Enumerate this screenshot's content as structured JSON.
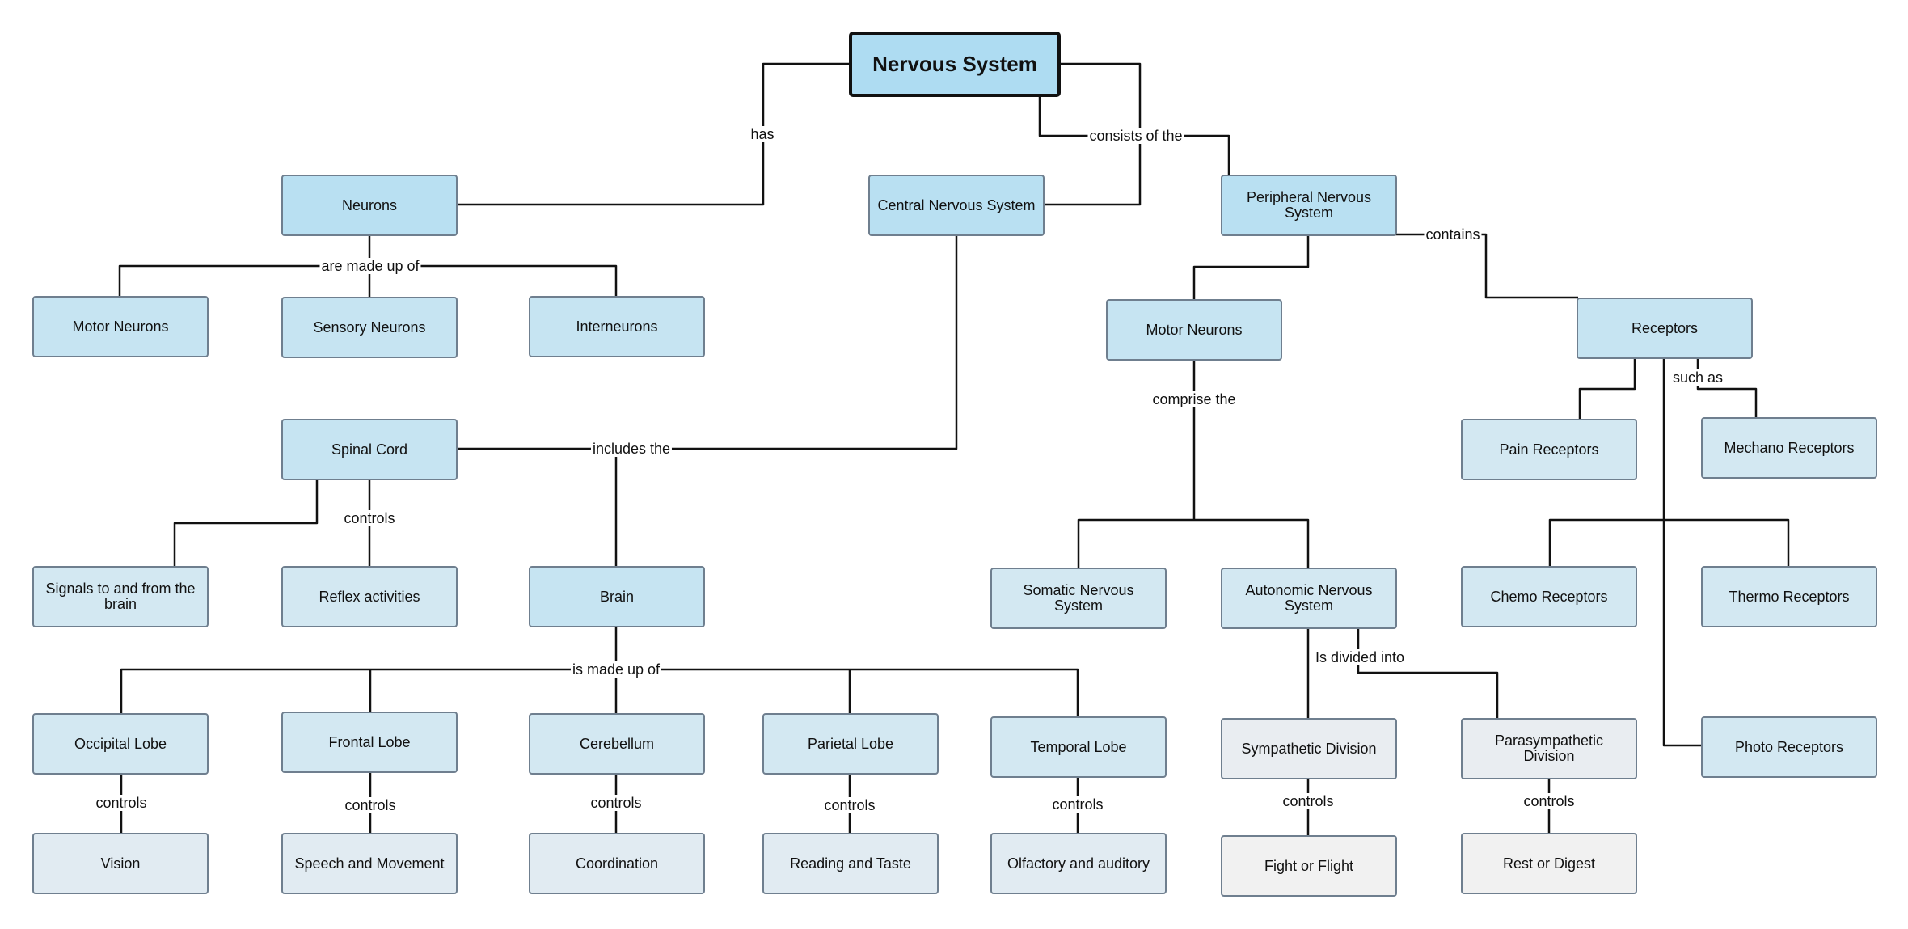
{
  "colors": {
    "root": "#aedcf2",
    "level1": "#b9e0f2",
    "level2": "#c6e4f2",
    "level3": "#d3e8f2",
    "level4": "#e1ebf2",
    "grey": "#e9edf1",
    "lightgrey": "#f1f1f1",
    "line": "#111111"
  },
  "nodes": {
    "nervous_system": "Nervous System",
    "neurons": "Neurons",
    "cns": "Central Nervous System",
    "pns": "Peripheral Nervous System",
    "motor_neurons_left": "Motor Neurons",
    "sensory_neurons": "Sensory Neurons",
    "interneurons": "Interneurons",
    "motor_neurons_right": "Motor Neurons",
    "receptors": "Receptors",
    "spinal_cord": "Spinal Cord",
    "pain_receptors": "Pain Receptors",
    "mechano_receptors": "Mechano Receptors",
    "signals": "Signals to and from the brain",
    "reflex": "Reflex activities",
    "brain": "Brain",
    "somatic": "Somatic Nervous System",
    "autonomic": "Autonomic Nervous System",
    "chemo_receptors": "Chemo Receptors",
    "thermo_receptors": "Thermo Receptors",
    "occipital": "Occipital Lobe",
    "frontal": "Frontal Lobe",
    "cerebellum": "Cerebellum",
    "parietal": "Parietal Lobe",
    "temporal": "Temporal Lobe",
    "sympathetic": "Sympathetic Division",
    "parasympathetic": "Parasympathetic Division",
    "photo_receptors": "Photo Receptors",
    "vision": "Vision",
    "speech": "Speech and Movement",
    "coordination": "Coordination",
    "reading": "Reading and Taste",
    "olfactory": "Olfactory and auditory",
    "fight": "Fight or Flight",
    "rest": "Rest or Digest"
  },
  "edge_labels": {
    "has": "has",
    "consists_of_the": "consists of the",
    "are_made_up_of": "are made up of",
    "contains": "contains",
    "comprise_the": "comprise the",
    "such_as": "such as",
    "includes_the": "includes the",
    "controls_spinal": "controls",
    "is_made_up_of": "is made up of",
    "is_divided_into": "Is divided into",
    "controls_occipital": "controls",
    "controls_frontal": "controls",
    "controls_cerebellum": "controls",
    "controls_parietal": "controls",
    "controls_temporal": "controls",
    "controls_sympathetic": "controls",
    "controls_parasympathetic": "controls"
  }
}
